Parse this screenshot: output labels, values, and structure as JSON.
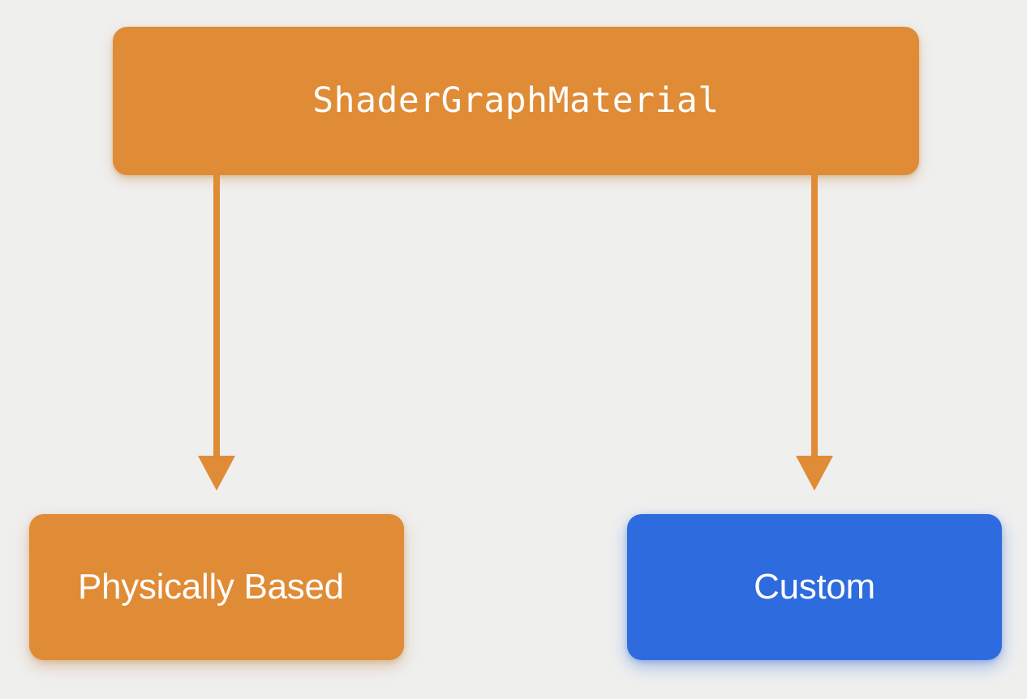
{
  "diagram": {
    "type": "flowchart",
    "orientation": "top-down",
    "background_color": "#efefee",
    "nodes": [
      {
        "id": "root",
        "label": "ShaderGraphMaterial",
        "color": "#e08b35",
        "text_color": "#ffffff",
        "shape": "rounded-rectangle",
        "text_align": "center",
        "font_style": "monospace"
      },
      {
        "id": "physically-based",
        "label": "Physically Based",
        "color": "#e08b35",
        "text_color": "#ffffff",
        "shape": "rounded-rectangle",
        "text_align": "left",
        "font_style": "sans-serif"
      },
      {
        "id": "custom",
        "label": "Custom",
        "color": "#2d6bde",
        "text_color": "#ffffff",
        "shape": "rounded-rectangle",
        "text_align": "center",
        "font_style": "sans-serif"
      }
    ],
    "edges": [
      {
        "id": "root-to-physically-based",
        "from": "root",
        "to": "physically-based",
        "style": "solid-arrow",
        "color": "#e08b35",
        "arrowhead": "filled-triangle"
      },
      {
        "id": "root-to-custom",
        "from": "root",
        "to": "custom",
        "style": "solid-arrow",
        "color": "#e08b35",
        "arrowhead": "filled-triangle"
      }
    ]
  }
}
